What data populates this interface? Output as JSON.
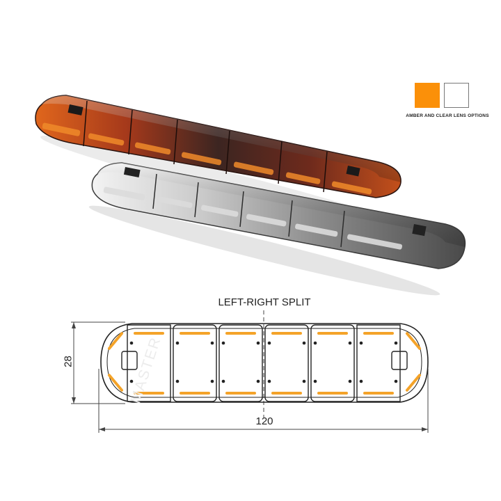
{
  "legend": {
    "caption": "AMBER AND CLEAR LENS OPTIONS",
    "amber_color": "#fb9009",
    "clear_color": "#ffffff"
  },
  "drawing": {
    "split_label": "LEFT-RIGHT SPLIT",
    "length_label": "120",
    "height_label": "28",
    "watermark_text": "MASTER",
    "led_color": "#f4a329"
  },
  "products": {
    "amber_bar": {
      "lens_color": "#b9481a"
    },
    "clear_bar": {
      "lens_color": "#d8d8d8"
    }
  }
}
